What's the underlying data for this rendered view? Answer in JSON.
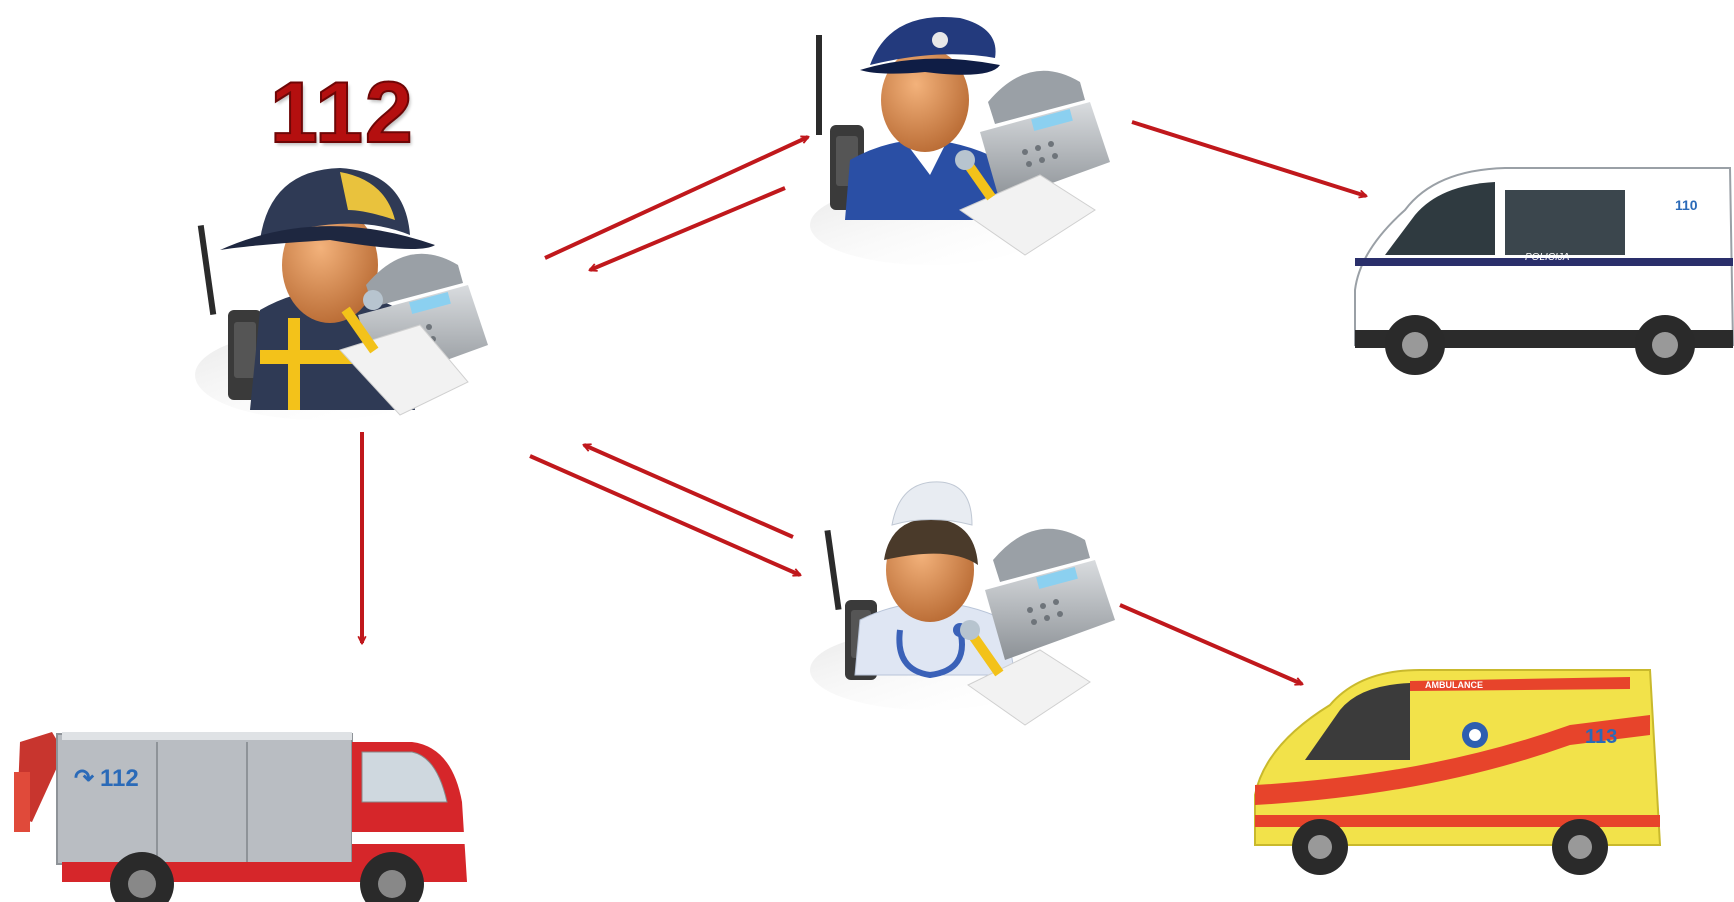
{
  "title": "112",
  "colors": {
    "arrow": "#c0181c",
    "title": "#b40f0f",
    "firefighter": "#2f3a55",
    "police": "#2a4fa5",
    "medic": "#dfe6f3",
    "fire_truck": "#d6262a",
    "police_van": "#ffffff",
    "ambulance": "#f2e24a"
  },
  "nodes": {
    "dispatcher_fire": {
      "icon": "firefighter-dispatcher-icon"
    },
    "dispatcher_police": {
      "icon": "police-dispatcher-icon"
    },
    "dispatcher_medical": {
      "icon": "medic-dispatcher-icon"
    }
  },
  "vehicles": {
    "fire_truck": {
      "icon": "fire-truck-icon",
      "label": "112"
    },
    "police_van": {
      "icon": "police-van-icon",
      "label": "110",
      "side_text": "POLICIJA"
    },
    "ambulance": {
      "icon": "ambulance-icon",
      "label": "113",
      "roof_text": "AMBULANCE"
    }
  },
  "edges": [
    {
      "from": "dispatcher_fire",
      "to": "dispatcher_police",
      "direction": "to"
    },
    {
      "from": "dispatcher_police",
      "to": "dispatcher_fire",
      "direction": "to"
    },
    {
      "from": "dispatcher_fire",
      "to": "dispatcher_medical",
      "direction": "to"
    },
    {
      "from": "dispatcher_medical",
      "to": "dispatcher_fire",
      "direction": "to"
    },
    {
      "from": "dispatcher_fire",
      "to": "fire_truck",
      "direction": "to"
    },
    {
      "from": "dispatcher_police",
      "to": "police_van",
      "direction": "to"
    },
    {
      "from": "dispatcher_medical",
      "to": "ambulance",
      "direction": "to"
    }
  ]
}
